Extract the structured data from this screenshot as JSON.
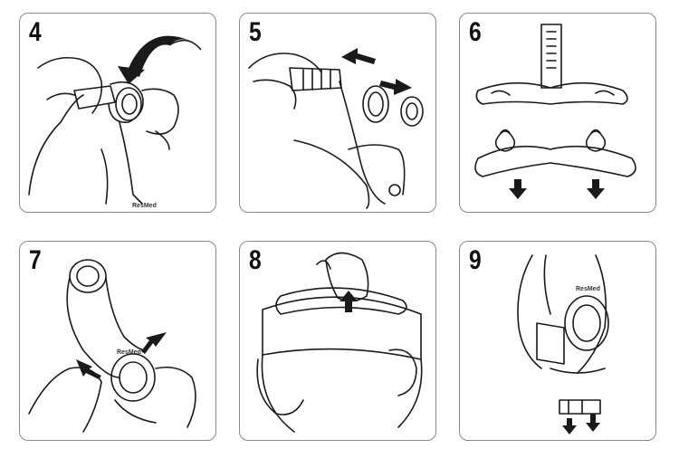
{
  "steps": [
    {
      "number": "4",
      "brand": "ResMed",
      "arrow_icon": "curved-arrow-icon"
    },
    {
      "number": "5",
      "arrow_icon": "double-arrow-icon"
    },
    {
      "number": "6",
      "arrow_icon": "down-arrow-icon"
    },
    {
      "number": "7",
      "brand": "ResMed",
      "arrow_icon": "pointer-arrow-icon"
    },
    {
      "number": "8",
      "arrow_icon": "up-arrow-icon"
    },
    {
      "number": "9",
      "brand": "ResMed",
      "arrow_icon": "down-arrow-icon"
    }
  ],
  "colors": {
    "line": "#1a1a1a",
    "border": "#8a8a8a",
    "background": "#ffffff"
  }
}
